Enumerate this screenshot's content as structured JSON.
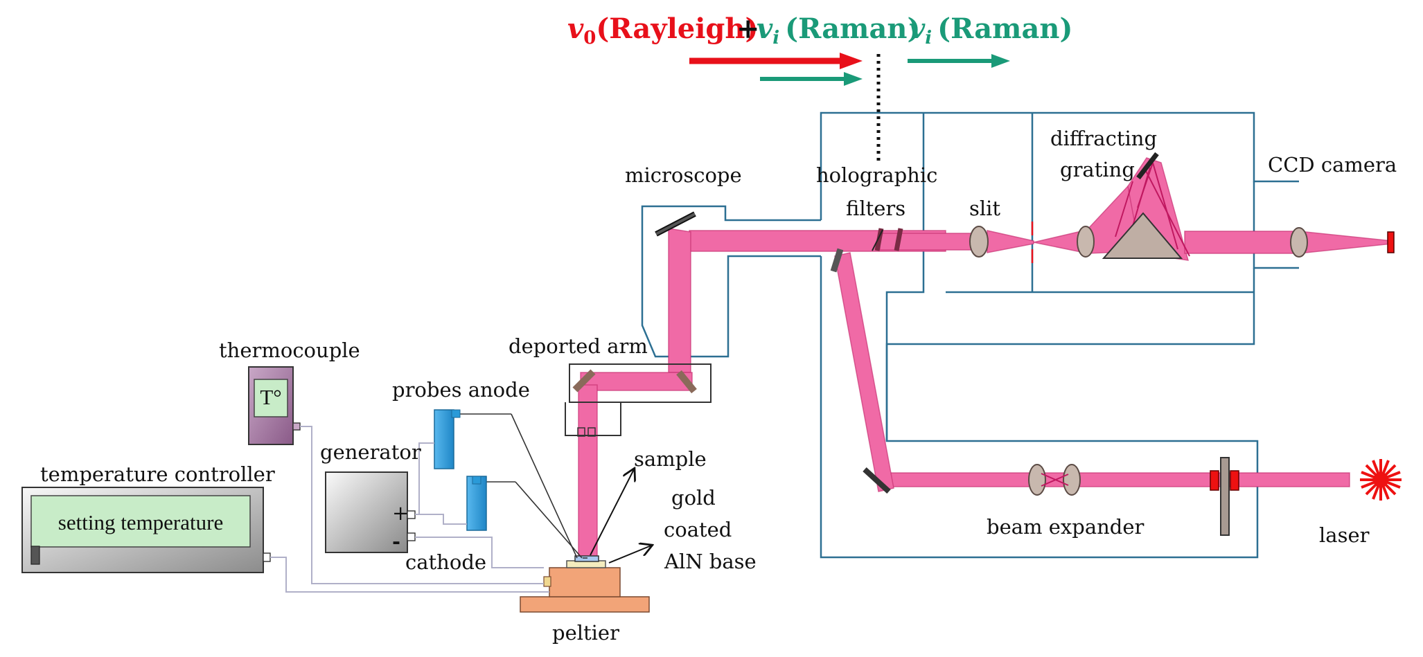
{
  "header": {
    "rayleigh_symbol": "v",
    "rayleigh_sub": "0",
    "rayleigh_text": "(Rayleigh)",
    "plus": "+",
    "raman1_symbol": "v",
    "raman1_sub": "i",
    "raman1_text": "(Raman)",
    "raman2_symbol": "v",
    "raman2_sub": "i",
    "raman2_text": "(Raman)"
  },
  "labels": {
    "microscope": "microscope",
    "holographic": "holographic",
    "filters": "filters",
    "slit": "slit",
    "diffracting": "diffracting",
    "grating": "grating",
    "ccd_camera": "CCD camera",
    "deported_arm": "deported arm",
    "thermocouple": "thermocouple",
    "thermo_display": "T°",
    "probes_anode": "probes anode",
    "generator": "generator",
    "plus_sign": "+",
    "minus_sign": "-",
    "cathode": "cathode",
    "sample": "sample",
    "gold": "gold",
    "coated": "coated",
    "aln_base": "AlN base",
    "peltier": "peltier",
    "temperature_controller": "temperature controller",
    "setting_temperature": "setting temperature",
    "beam_expander": "beam expander",
    "laser": "laser"
  },
  "colors": {
    "beam_fill": "#f06aa6",
    "beam_edge": "#c83274",
    "rayleigh": "#e8101a",
    "raman": "#1a9a78",
    "housing": "#2c6f92",
    "probe": "#2a9ad8",
    "laser": "#ee1111"
  }
}
